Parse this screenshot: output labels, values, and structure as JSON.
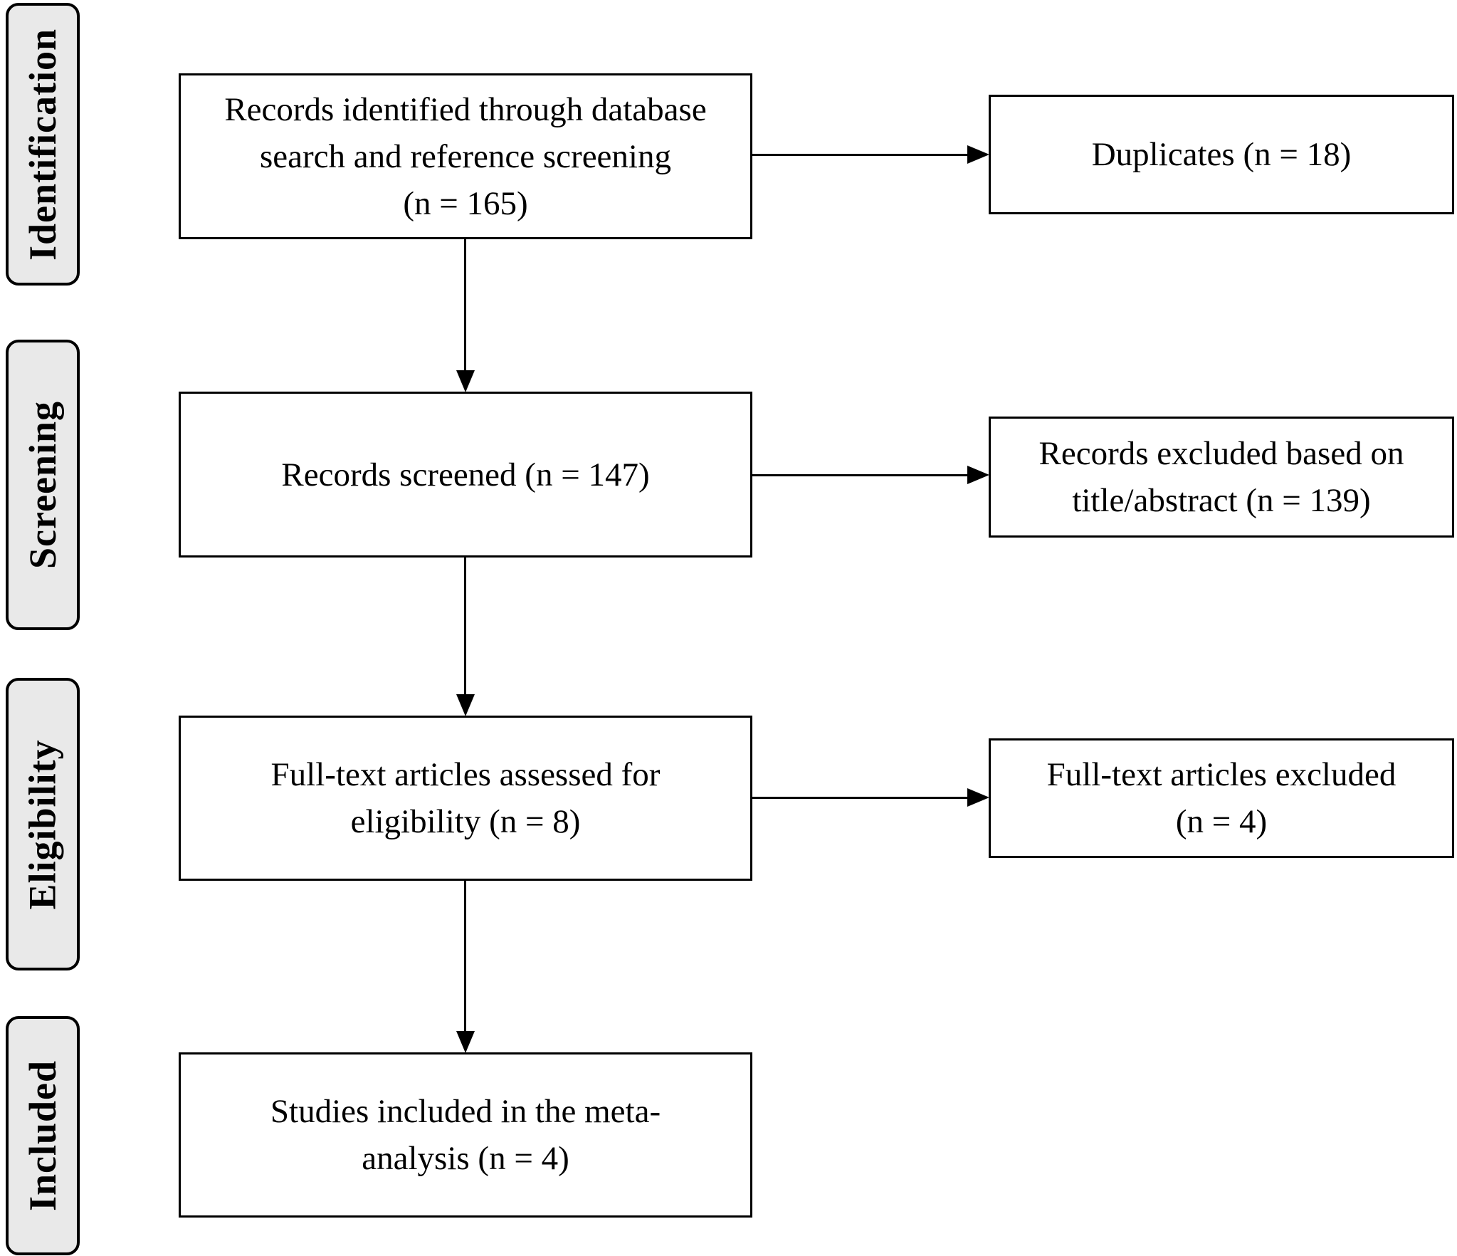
{
  "figure": {
    "stages": [
      {
        "label": "Identification"
      },
      {
        "label": "Screening"
      },
      {
        "label": "Eligibility"
      },
      {
        "label": "Included"
      }
    ],
    "flow_boxes": [
      {
        "lines": [
          "Records identified through database",
          "search and reference screening",
          "(n = 165)"
        ],
        "n": "165"
      },
      {
        "lines": [
          "Records screened (n = 147)"
        ],
        "n": "147"
      },
      {
        "lines": [
          "Full-text articles assessed for",
          "eligibility (n = 8)"
        ],
        "n": "8"
      },
      {
        "lines": [
          "Studies included in the meta-",
          "analysis (n = 4)"
        ],
        "n": "4"
      }
    ],
    "exclusion_boxes": [
      {
        "lines": [
          "Duplicates (n = 18)"
        ],
        "n": "18"
      },
      {
        "lines": [
          "Records excluded based on",
          "title/abstract (n = 139)"
        ],
        "n": "139"
      },
      {
        "lines": [
          "Full-text articles excluded",
          "(n = 4)"
        ],
        "n": "4"
      }
    ],
    "colors": {
      "stage_fill": "#e9e9e9",
      "box_fill": "#ffffff",
      "line": "#000000"
    }
  }
}
